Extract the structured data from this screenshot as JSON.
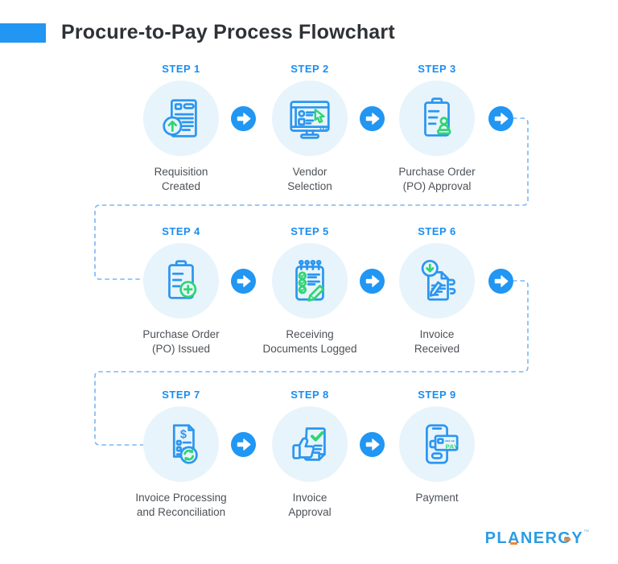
{
  "header": {
    "title": "Procure-to-Pay Process Flowchart"
  },
  "steps": [
    {
      "label": "STEP 1",
      "caption": "Requisition\nCreated",
      "icon": "requisition-document-icon"
    },
    {
      "label": "STEP 2",
      "caption": "Vendor\nSelection",
      "icon": "vendor-selection-monitor-icon"
    },
    {
      "label": "STEP 3",
      "caption": "Purchase Order\n(PO) Approval",
      "icon": "po-approval-stamp-icon"
    },
    {
      "label": "STEP 4",
      "caption": "Purchase Order\n(PO) Issued",
      "icon": "po-issued-plus-icon"
    },
    {
      "label": "STEP 5",
      "caption": "Receiving\nDocuments Logged",
      "icon": "receiving-log-notepad-icon"
    },
    {
      "label": "STEP 6",
      "caption": "Invoice\nReceived",
      "icon": "invoice-received-icon"
    },
    {
      "label": "STEP 7",
      "caption": "Invoice Processing\nand Reconciliation",
      "icon": "invoice-reconciliation-icon"
    },
    {
      "label": "STEP 8",
      "caption": "Invoice\nApproval",
      "icon": "invoice-approval-thumbs-up-icon"
    },
    {
      "label": "STEP 9",
      "caption": "Payment",
      "icon": "payment-phone-icon"
    }
  ],
  "flow": {
    "arrow_icon": "right-arrow-icon",
    "connector_style": "dashed"
  },
  "logo": {
    "text": "PLANERGY",
    "tm": "™"
  },
  "colors": {
    "accent_blue": "#2196f3",
    "step_label_blue": "#1b8df0",
    "icon_blue": "#2b96f0",
    "icon_green": "#2ed573",
    "circle_bg": "#e8f4fb",
    "connector_blue": "#79b6f5",
    "caption_gray": "#4d5156",
    "title_dark": "#2e3135",
    "brand_blue": "#2d9ce4",
    "brand_orange": "#f5862e"
  }
}
